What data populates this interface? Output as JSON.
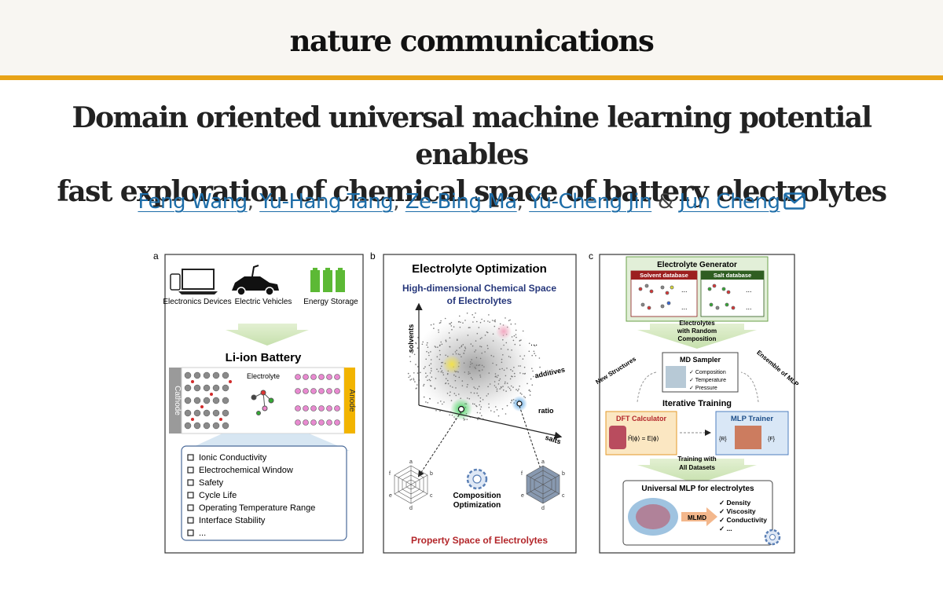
{
  "journal": "nature communications",
  "title_line1": "Domain oriented universal machine learning potential enables",
  "title_line2": "fast exploration of chemical space of battery electrolytes",
  "authors": [
    "Feng Wang",
    "Yu-Hang Tang",
    "Ze-Bing Ma",
    "Yu-Cheng Jin",
    "Jun Cheng"
  ],
  "author_sep": ", ",
  "author_and": " & ",
  "colors": {
    "accent": "#e8a317",
    "link": "#1d6da8"
  },
  "figure": {
    "a": {
      "letter": "a",
      "devices": [
        "Electronics Devices",
        "Electric Vehicles",
        "Energy Storage"
      ],
      "battery_title": "Li-ion Battery",
      "cathode": "Cathode",
      "anode": "Anode",
      "electrolyte": "Electrolyte",
      "properties": [
        "Ionic Conductivity",
        "Electrochemical Window",
        "Safety",
        "Cycle Life",
        "Operating Temperature Range",
        "Interface Stability",
        "..."
      ]
    },
    "b": {
      "letter": "b",
      "title": "Electrolyte Optimization",
      "space_title_1": "High-dimensional Chemical Space",
      "space_title_2": "of Electrolytes",
      "axis_solvents": "solvents",
      "axis_additives": "additives",
      "axis_ratio": "ratio",
      "axis_salts": "salts",
      "ellipsis": "...",
      "radar_labels": [
        "a",
        "b",
        "c",
        "d",
        "e",
        "f"
      ],
      "optimization_1": "Composition",
      "optimization_2": "Optimization",
      "property_space": "Property Space of Electrolytes"
    },
    "c": {
      "letter": "c",
      "generator": "Electrolyte Generator",
      "solvent_db": "Solvent database",
      "salt_db": "Salt database",
      "random_1": "Electrolytes",
      "random_2": "with Random",
      "random_3": "Composition",
      "md_sampler": "MD Sampler",
      "md_items": [
        "Composition",
        "Temperature",
        "Pressure"
      ],
      "new_structures": "New Structures",
      "ensemble": "Ensemble of MLP",
      "iterative": "Iterative Training",
      "dft": "DFT Calculator",
      "mlp_trainer": "MLP Trainer",
      "training_1": "Training with",
      "training_2": "All Datasets",
      "universal": "Universal MLP for electrolytes",
      "mlmd": "MLMD",
      "outputs": [
        "Density",
        "Viscosity",
        "Conductivity",
        "..."
      ]
    }
  }
}
